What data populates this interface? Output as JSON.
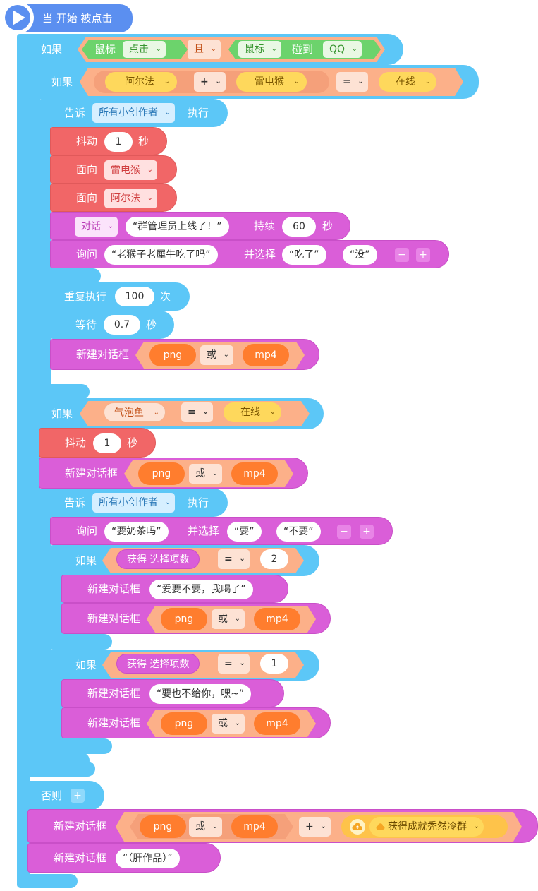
{
  "hat": {
    "label": "当 开始 被点击"
  },
  "if1": {
    "label": "如果",
    "cond": {
      "mouse": "鼠标",
      "clicked": "点击",
      "and": "且",
      "mouse2": "鼠标",
      "touch": "碰到",
      "target": "QQ"
    }
  },
  "if2": {
    "label": "如果",
    "cond": {
      "a": "阿尔法",
      "op": "+",
      "b": "雷电猴",
      "eq": "=",
      "value": "在线"
    }
  },
  "tell1": {
    "label": "告诉",
    "target": "所有小创作者",
    "do": "执行"
  },
  "shake1": {
    "label": "抖动",
    "value": "1",
    "unit": "秒"
  },
  "face1": {
    "label": "面向",
    "target": "雷电猴"
  },
  "face2": {
    "label": "面向",
    "target": "阿尔法"
  },
  "say1": {
    "mode": "对话",
    "text": "“群管理员上线了！”",
    "dur": "持续",
    "value": "60",
    "unit": "秒"
  },
  "ask1": {
    "label": "询问",
    "question": "“老猴子老犀牛吃了吗”",
    "choose": "并选择",
    "opt1": "“吃了”",
    "opt2": "“没”",
    "minus": "−",
    "plus": "+"
  },
  "repeat": {
    "label": "重复执行",
    "value": "100",
    "unit": "次"
  },
  "wait": {
    "label": "等待",
    "value": "0.7",
    "unit": "秒"
  },
  "newbox1": {
    "label": "新建对话框",
    "a": "png",
    "or": "或",
    "b": "mp4"
  },
  "if3": {
    "label": "如果",
    "cond": {
      "a": "气泡鱼",
      "eq": "=",
      "value": "在线"
    }
  },
  "shake2": {
    "label": "抖动",
    "value": "1",
    "unit": "秒"
  },
  "newbox2": {
    "label": "新建对话框",
    "a": "png",
    "or": "或",
    "b": "mp4"
  },
  "tell2": {
    "label": "告诉",
    "target": "所有小创作者",
    "do": "执行"
  },
  "ask2": {
    "label": "询问",
    "question": "“要奶茶吗”",
    "choose": "并选择",
    "opt1": "“要”",
    "opt2": "“不要”",
    "minus": "−",
    "plus": "+"
  },
  "if4": {
    "label": "如果",
    "cond": {
      "get": "获得 选择项数",
      "eq": "=",
      "value": "2"
    }
  },
  "newbox3": {
    "label": "新建对话框",
    "text": "“爱要不要，我喝了”"
  },
  "newbox4": {
    "label": "新建对话框",
    "a": "png",
    "or": "或",
    "b": "mp4"
  },
  "if5": {
    "label": "如果",
    "cond": {
      "get": "获得 选择项数",
      "eq": "=",
      "value": "1"
    }
  },
  "newbox5": {
    "label": "新建对话框",
    "text": "“要也不给你，嘿~”"
  },
  "newbox6": {
    "label": "新建对话框",
    "a": "png",
    "or": "或",
    "b": "mp4"
  },
  "else": {
    "label": "否则",
    "plus": "+"
  },
  "newbox7": {
    "label": "新建对话框",
    "a": "png",
    "or": "或",
    "b": "mp4",
    "op": "+",
    "cloud": "获得成就秃然冷群"
  },
  "newbox8": {
    "label": "新建对话框",
    "text": "“（肝作品）”"
  },
  "colors": {
    "control": "#5cc7f7",
    "event": "#5b8ff0",
    "action": "#f16667",
    "looks": "#da5ed8",
    "sensing": "#6cd36c",
    "operator": "#fcb089",
    "media": "#ff7d2e",
    "variable": "#fed85c"
  },
  "icons": {
    "hat": "play-icon",
    "dropdown": "chevron-down-icon",
    "cloud": "cloud-icon"
  }
}
